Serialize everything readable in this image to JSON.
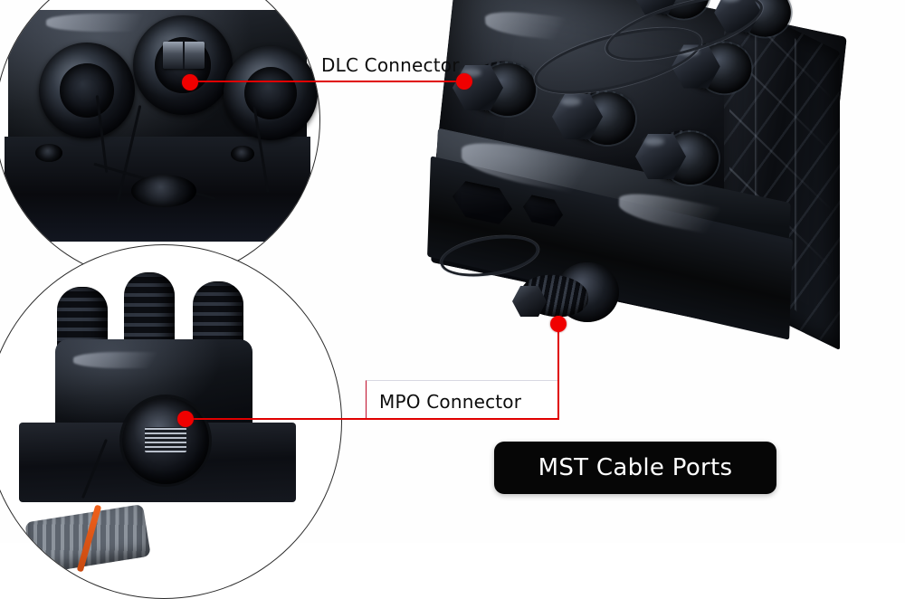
{
  "image": {
    "subject": "MST fiber optic terminal",
    "background_color": "#ffffff"
  },
  "annotations": {
    "accent_color": "#e00000",
    "dot_color": "#f00000",
    "labels": [
      {
        "id": "dlc",
        "text": "DLC Connector",
        "marker_on_product": "hex-capped port at upper-left of terminal",
        "marker_in_callout": "middle port of the three face-on ports"
      },
      {
        "id": "mpo",
        "text": "MPO Connector",
        "marker_on_product": "lower front stub port of terminal",
        "marker_in_callout": "center port in magnified body"
      }
    ]
  },
  "banner": {
    "text": "MST Cable Ports",
    "background_color": "#060606",
    "text_color": "#ffffff"
  },
  "callouts": [
    {
      "id": "callout-dlc",
      "name": "top-left magnified view",
      "shows": "three black cylindrical connector ports face-on, one fitted with a duplex LC (DLC) insert"
    },
    {
      "id": "callout-mpo",
      "name": "bottom-left magnified view",
      "shows": "terminal body with three ribbed connector caps and a central MPO port, gray cable boot with orange stripe"
    }
  ]
}
